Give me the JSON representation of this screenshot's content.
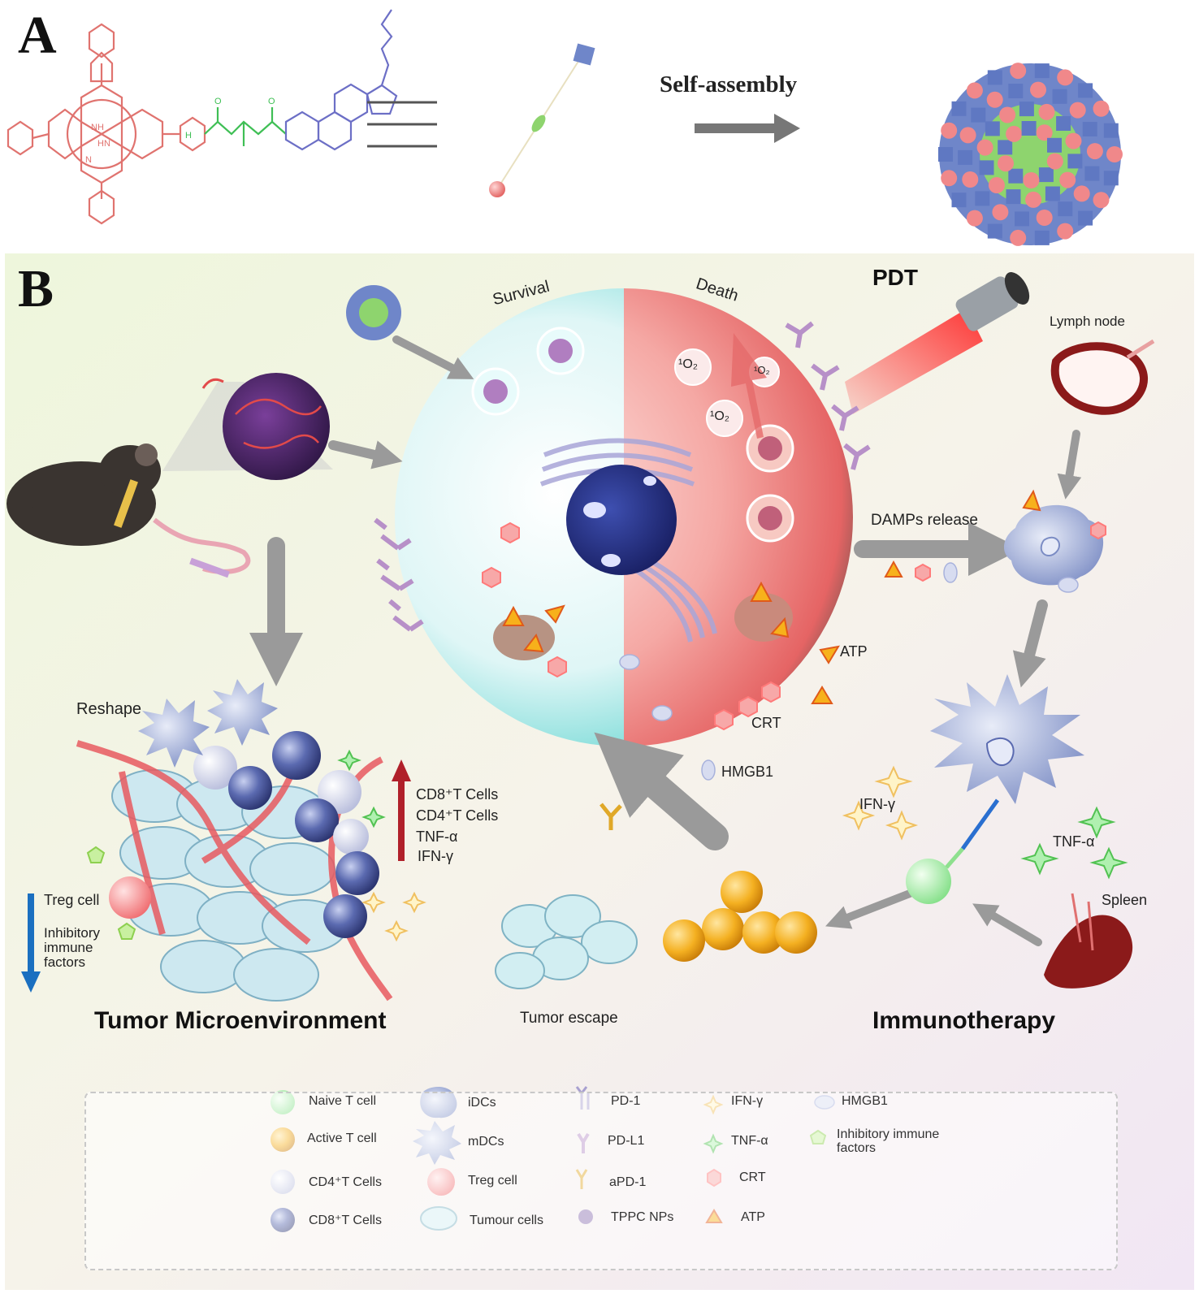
{
  "panel_a": {
    "letter": "A",
    "arrow_label": "Self-assembly",
    "chem_atoms": {
      "nh": "NH",
      "hn": "HN",
      "n": "N",
      "h": "H",
      "o": "O"
    }
  },
  "panel_b": {
    "letter": "B",
    "pdt": "PDT",
    "survival": "Survival",
    "death": "Death",
    "singlet_oxygen": "¹O₂",
    "damps_release": "DAMPs release",
    "atp": "ATP",
    "crt": "CRT",
    "hmgb1": "HMGB1",
    "lymph_node": "Lymph node",
    "spleen": "Spleen",
    "ifn_gamma": "IFN-γ",
    "tnf_alpha": "TNF-α",
    "reshape": "Reshape",
    "up_list": [
      "CD8⁺T Cells",
      "CD4⁺T Cells",
      "TNF-α",
      "IFN-γ"
    ],
    "treg_cell": "Treg cell",
    "inhibitory_factors": [
      "Inhibitory",
      "immune",
      "factors"
    ],
    "tumor_escape": "Tumor escape",
    "section_titles": {
      "tme": "Tumor Microenvironment",
      "immunotherapy": "Immunotherapy"
    }
  },
  "legend": {
    "col1": [
      "Naive T cell",
      "Active T cell",
      "CD4⁺T Cells",
      "CD8⁺T Cells"
    ],
    "col2": [
      "iDCs",
      "mDCs",
      "Treg cell",
      "Tumour cells"
    ],
    "col3": [
      "PD-1",
      "PD-L1",
      "aPD-1",
      "TPPC NPs"
    ],
    "col4": [
      "IFN-γ",
      "TNF-α",
      "CRT",
      "ATP"
    ],
    "col5": [
      "HMGB1",
      "Inhibitory immune factors"
    ]
  },
  "colors": {
    "porphyrin": "#e0736f",
    "linker": "#3fbf55",
    "cholesterol": "#6c6fc6",
    "np_pink": "#f0888a",
    "np_blue": "#6f86c9",
    "survival_cyan": "#7fe0dc",
    "death_red": "#f07070",
    "active_t": "#f2a218",
    "cd8": "#4b5aa0",
    "cd4": "#d6d8ee",
    "naive_t": "#9ee89e",
    "up_arrow": "#b0202a",
    "down_arrow": "#1a6fc0"
  }
}
